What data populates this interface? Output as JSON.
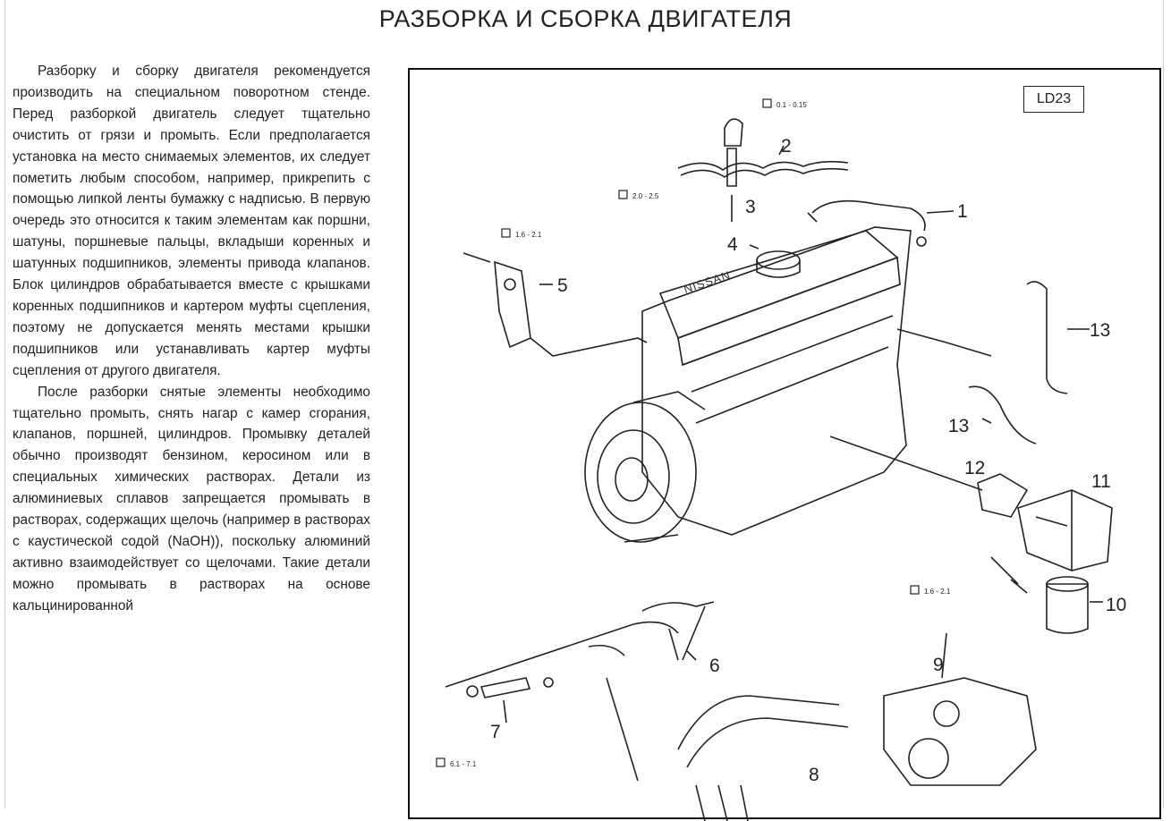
{
  "page": {
    "title": "РАЗБОРКА И СБОРКА ДВИГАТЕЛЯ"
  },
  "text": {
    "paragraph1": "Разборку и сборку двигателя рекомендуется производить на специальном поворотном стенде. Перед разборкой двигатель следует тщательно очистить от грязи и промыть. Если предполагается установка на место снимаемых элементов, их следует пометить любым способом, например, прикрепить с помощью липкой ленты бумажку с надписью. В первую очередь это относится к таким элементам как поршни, шатуны, поршневые пальцы, вкладыши коренных и шатунных подшипников, элементы привода клапанов. Блок цилиндров обрабатывается вместе с крышками коренных подшипников и картером муфты сцепления, поэтому не допускается менять местами крышки подшипников или устанавливать картер муфты сцепления от другого двигателя.",
    "paragraph2": "После разборки снятые элементы необходимо тщательно промыть, снять нагар с камер сгорания, клапанов, поршней, цилиндров. Промывку деталей обычно производят бензином, керосином или в специальных химических растворах. Детали из алюминиевых сплавов запрещается промывать в растворах, содержащих щелочь (например в растворах с каустической содой (NaOH)), поскольку алюминий активно взаимодействует со щелочами. Такие детали можно промывать в растворах на основе кальцинированной"
  },
  "figure": {
    "model_tag": "LD23",
    "engine_badge": "NISSAN",
    "callouts": [
      "1",
      "2",
      "3",
      "4",
      "5",
      "6",
      "7",
      "8",
      "9",
      "10",
      "11",
      "12",
      "13",
      "13"
    ],
    "torques": [
      "0.1 - 0.15",
      "2.0 - 2.5",
      "1.6 - 2.1",
      "1.6 - 2.1",
      "6.1 - 7.1"
    ]
  }
}
